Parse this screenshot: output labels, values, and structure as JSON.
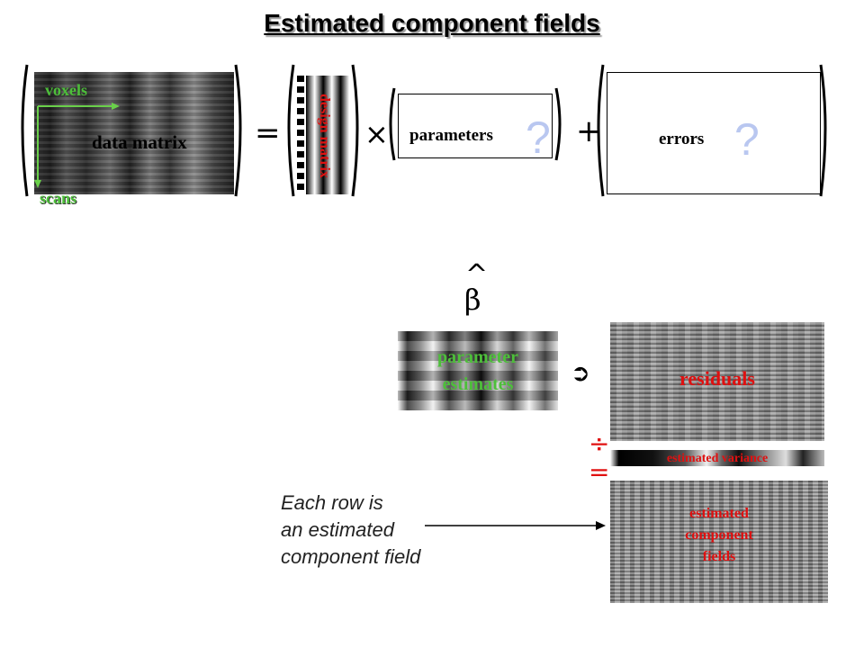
{
  "title": "Estimated component fields",
  "equation": {
    "data_label": "data matrix",
    "voxels_label": "voxels",
    "scans_label": "scans",
    "design_label": "design matrix",
    "parameters_label": "parameters",
    "errors_label": "errors",
    "question_mark": "?",
    "equals": "=",
    "times": "×",
    "plus": "+"
  },
  "estimates": {
    "beta_hat": "^",
    "beta": "β",
    "param_line1": "parameter",
    "param_line2": "estimates",
    "arrow_symbol": "➲",
    "residuals_label": "residuals",
    "divide": "÷",
    "equals": "=",
    "variance_label": "estimated variance",
    "fields_line1": "estimated",
    "fields_line2": "component",
    "fields_line3": "fields"
  },
  "caption": {
    "line1": "Each row is",
    "line2": "an estimated",
    "line3": "component field"
  },
  "colors": {
    "red_label": "#e01010",
    "green_label": "#4dbf3a",
    "question_blue": "#b9c7f0"
  }
}
